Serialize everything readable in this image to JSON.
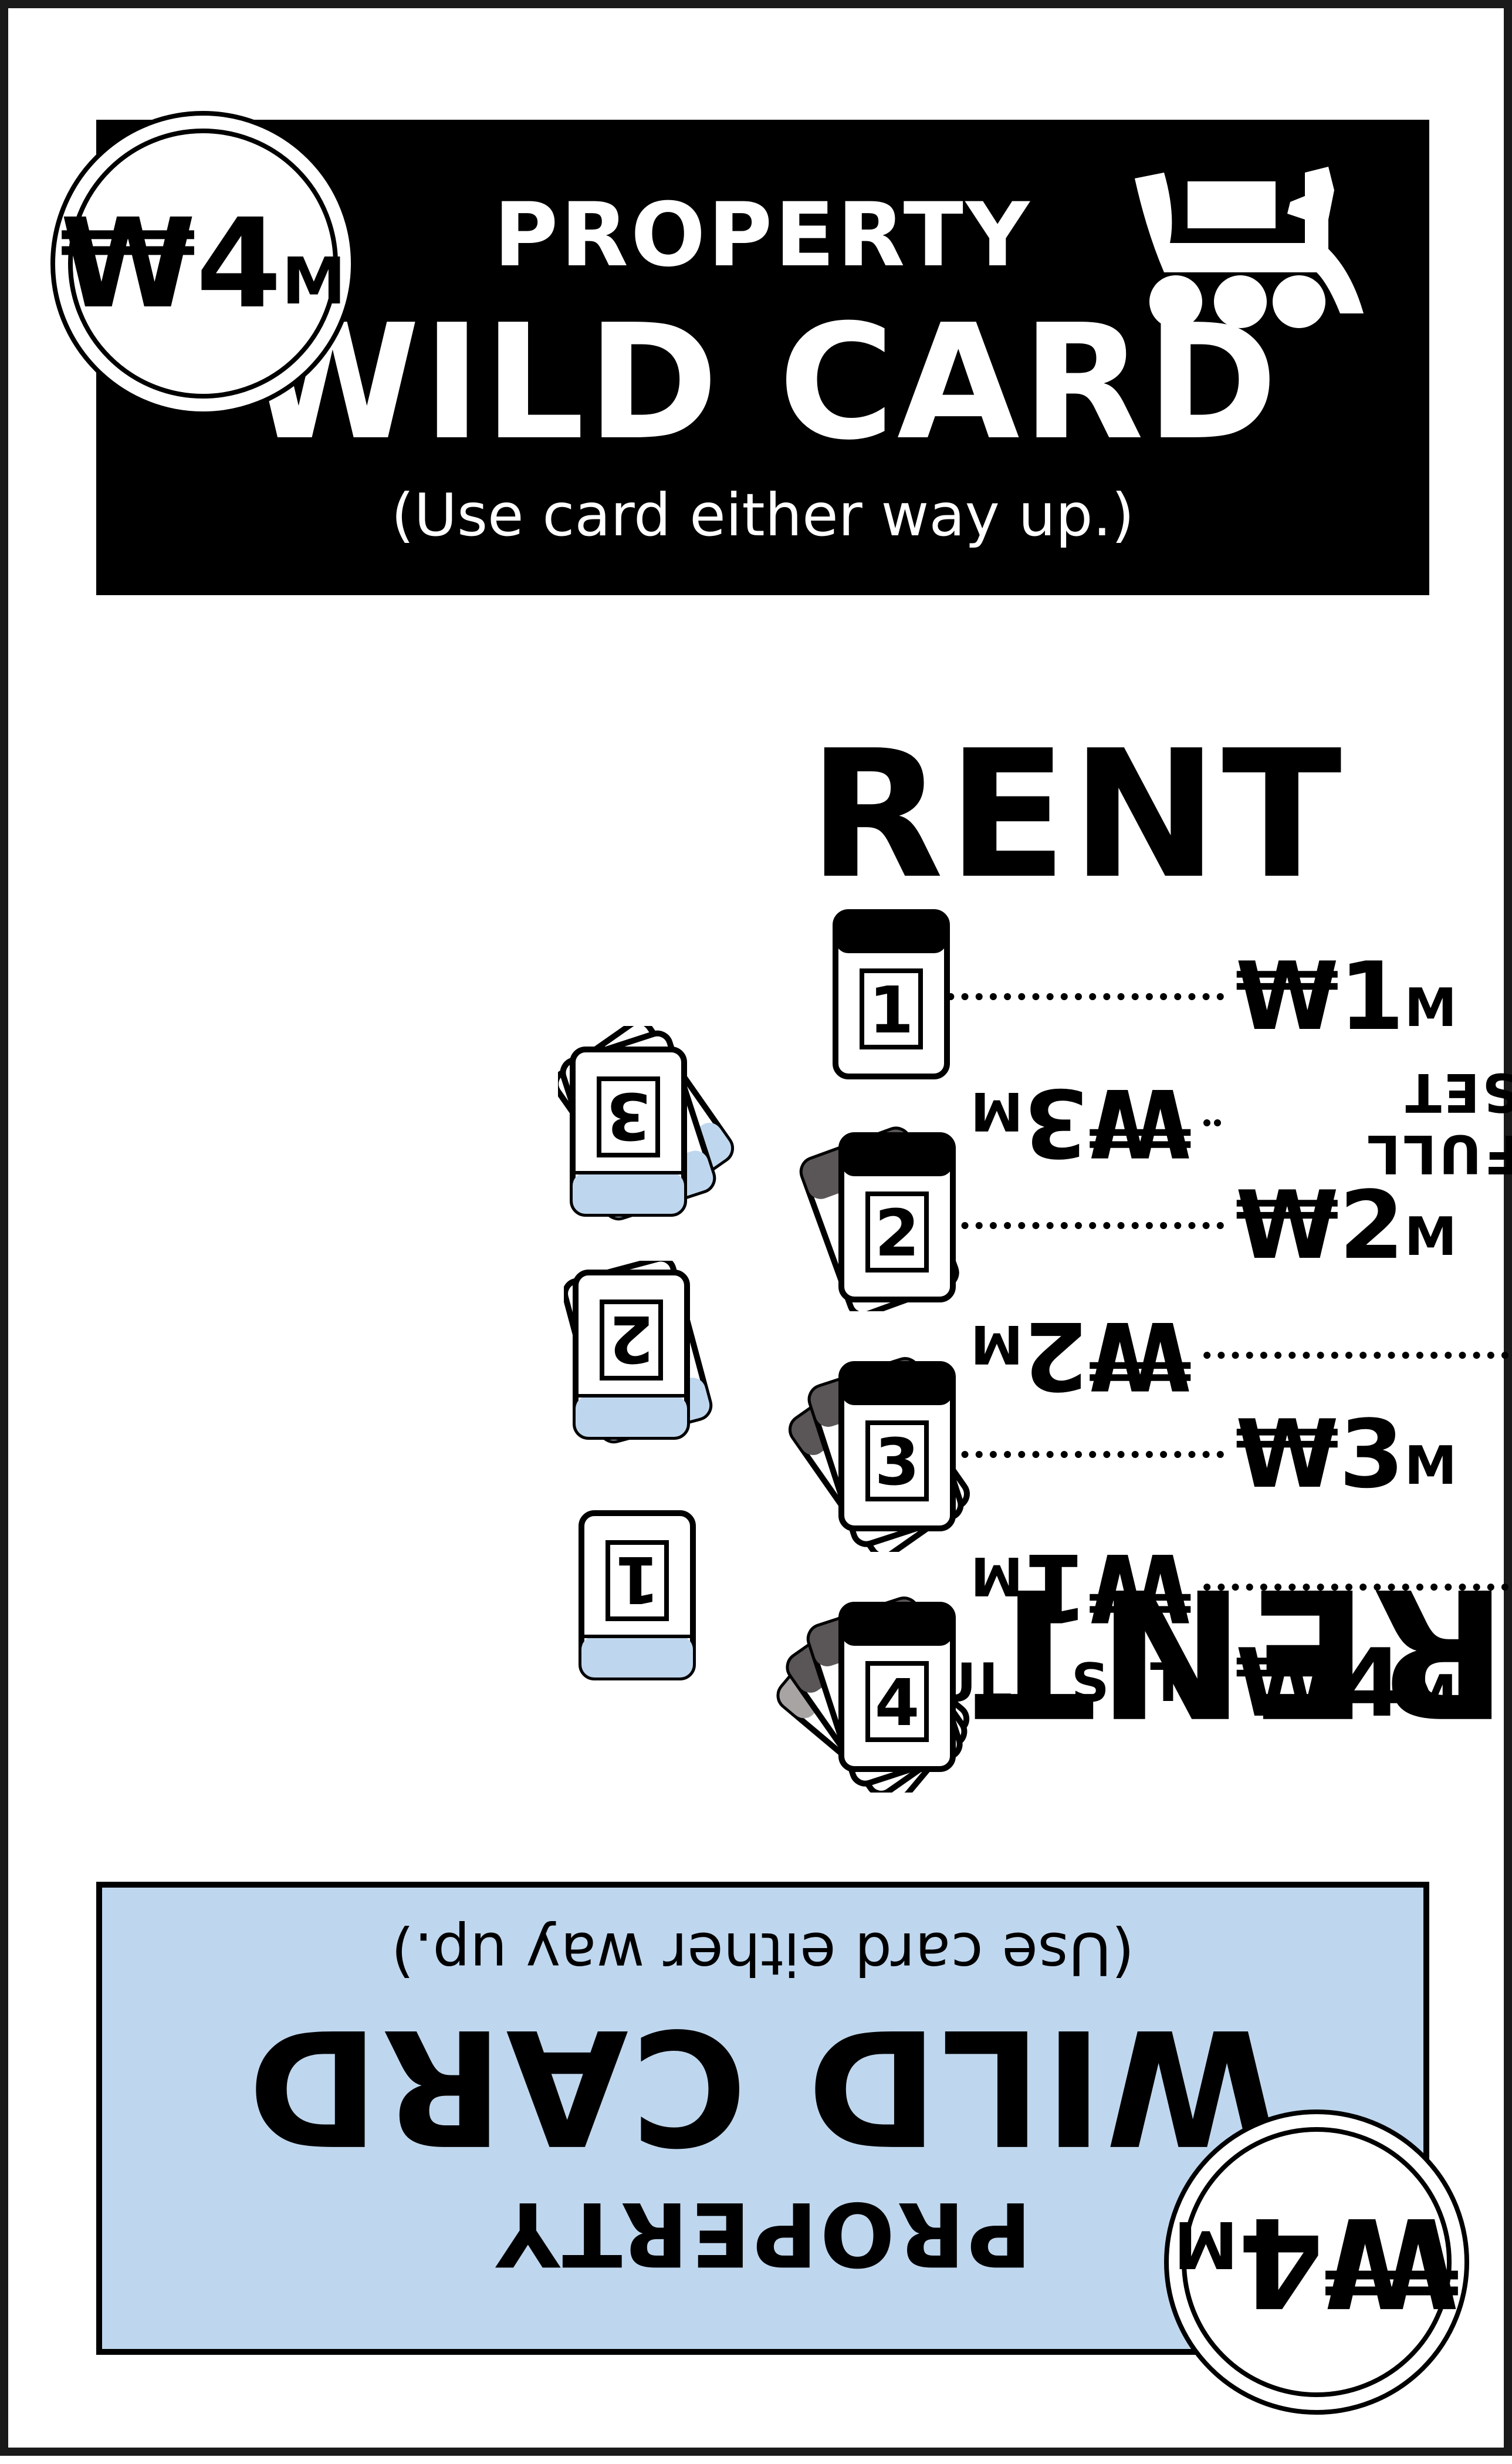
{
  "card": {
    "value": "₩4",
    "value_unit": "M",
    "title_small": "PROPERTY",
    "title_big": "WILD CARD",
    "note": "(Use card either way up.)",
    "rent_label": "RENT",
    "icon": "train-icon"
  },
  "top_rent": [
    {
      "count": "1",
      "amount": "₩1",
      "unit": "M",
      "label": ""
    },
    {
      "count": "2",
      "amount": "₩2",
      "unit": "M",
      "label": ""
    },
    {
      "count": "3",
      "amount": "₩3",
      "unit": "M",
      "label": ""
    },
    {
      "count": "4",
      "amount": "₩4",
      "unit": "M",
      "label": "FULL SET"
    }
  ],
  "bottom_rent": [
    {
      "count": "1",
      "amount": "₩1",
      "unit": "M",
      "label": ""
    },
    {
      "count": "2",
      "amount": "₩2",
      "unit": "M",
      "label": ""
    },
    {
      "count": "3",
      "amount": "₩3",
      "unit": "M",
      "label": "FULL SET"
    }
  ],
  "colors": {
    "top_band": "#000000",
    "bottom_band": "#bfd7ee",
    "mini_card_dark": "#5a5556",
    "mini_card_light": "#bfd7ee"
  }
}
